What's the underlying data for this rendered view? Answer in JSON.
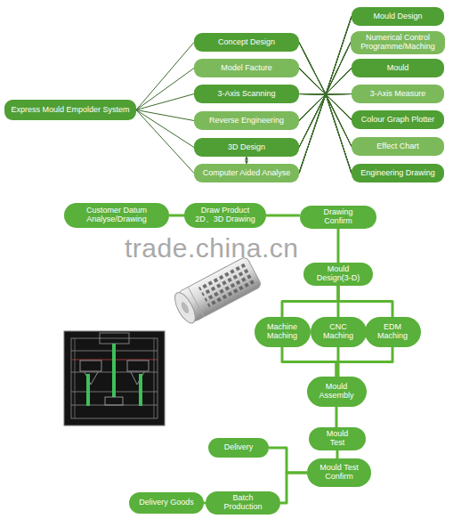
{
  "diagram": {
    "nodes": [
      {
        "text": [
          "Express Mould Empolder System"
        ]
      },
      {
        "text": [
          "Concept Design"
        ]
      },
      {
        "text": [
          "Model Facture"
        ]
      },
      {
        "text": [
          "3-Axis Scanning"
        ]
      },
      {
        "text": [
          "Reverse Engineering"
        ]
      },
      {
        "text": [
          "3D Design"
        ]
      },
      {
        "text": [
          "Computer Aided Analyse"
        ]
      },
      {
        "text": [
          "Mould Design"
        ]
      },
      {
        "text": [
          "Numerical Control Programme/Maching"
        ]
      },
      {
        "text": [
          "Mould"
        ]
      },
      {
        "text": [
          "3-Axis Measure"
        ]
      },
      {
        "text": [
          "Colour Graph Plotter"
        ]
      },
      {
        "text": [
          "Effect Chart"
        ]
      },
      {
        "text": [
          "Engineering Drawing"
        ]
      },
      {
        "text": [
          "Customer Datum Analyse/Drawing"
        ]
      },
      {
        "text": [
          "Draw Product 2D、3D Drawing"
        ]
      },
      {
        "text": [
          "Drawing Confirm"
        ]
      },
      {
        "text": [
          "Mould Design(3-D)"
        ]
      },
      {
        "text": [
          "Machine Maching"
        ]
      },
      {
        "text": [
          "CNC Maching"
        ]
      },
      {
        "text": [
          "EDM Maching"
        ]
      },
      {
        "text": [
          "Mould Assembly"
        ]
      },
      {
        "text": [
          "Mould Test"
        ]
      },
      {
        "text": [
          "Delivery"
        ]
      },
      {
        "text": [
          "Mould Test Confirm"
        ]
      },
      {
        "text": [
          "Delivery Goods"
        ]
      },
      {
        "text": [
          "Batch Production"
        ]
      }
    ],
    "edges": [
      {
        "from": 0,
        "to": 1,
        "arrow": "none"
      },
      {
        "from": 0,
        "to": 2,
        "arrow": "none"
      },
      {
        "from": 0,
        "to": 3,
        "arrow": "none"
      },
      {
        "from": 0,
        "to": 4,
        "arrow": "none"
      },
      {
        "from": 0,
        "to": 5,
        "arrow": "none"
      },
      {
        "from": 0,
        "to": 6,
        "arrow": "none"
      },
      {
        "from": 5,
        "to": 6,
        "arrow": "both"
      },
      {
        "from": 1,
        "to": 7,
        "arrow": "none"
      },
      {
        "from": 1,
        "to": 8,
        "arrow": "none"
      },
      {
        "from": 1,
        "to": 9,
        "arrow": "none"
      },
      {
        "from": 1,
        "to": 10,
        "arrow": "none"
      },
      {
        "from": 1,
        "to": 11,
        "arrow": "none"
      },
      {
        "from": 1,
        "to": 12,
        "arrow": "none"
      },
      {
        "from": 1,
        "to": 13,
        "arrow": "none"
      },
      {
        "from": 2,
        "to": 7,
        "arrow": "none"
      },
      {
        "from": 2,
        "to": 8,
        "arrow": "none"
      },
      {
        "from": 2,
        "to": 9,
        "arrow": "none"
      },
      {
        "from": 2,
        "to": 10,
        "arrow": "none"
      },
      {
        "from": 2,
        "to": 11,
        "arrow": "none"
      },
      {
        "from": 2,
        "to": 12,
        "arrow": "none"
      },
      {
        "from": 2,
        "to": 13,
        "arrow": "none"
      },
      {
        "from": 3,
        "to": 7,
        "arrow": "none"
      },
      {
        "from": 3,
        "to": 8,
        "arrow": "none"
      },
      {
        "from": 3,
        "to": 9,
        "arrow": "none"
      },
      {
        "from": 3,
        "to": 10,
        "arrow": "none"
      },
      {
        "from": 3,
        "to": 11,
        "arrow": "none"
      },
      {
        "from": 3,
        "to": 12,
        "arrow": "none"
      },
      {
        "from": 3,
        "to": 13,
        "arrow": "none"
      },
      {
        "from": 4,
        "to": 7,
        "arrow": "none"
      },
      {
        "from": 4,
        "to": 8,
        "arrow": "none"
      },
      {
        "from": 4,
        "to": 9,
        "arrow": "none"
      },
      {
        "from": 4,
        "to": 10,
        "arrow": "none"
      },
      {
        "from": 4,
        "to": 11,
        "arrow": "none"
      },
      {
        "from": 4,
        "to": 12,
        "arrow": "none"
      },
      {
        "from": 4,
        "to": 13,
        "arrow": "none"
      },
      {
        "from": 5,
        "to": 7,
        "arrow": "none"
      },
      {
        "from": 5,
        "to": 8,
        "arrow": "none"
      },
      {
        "from": 5,
        "to": 9,
        "arrow": "none"
      },
      {
        "from": 5,
        "to": 10,
        "arrow": "none"
      },
      {
        "from": 5,
        "to": 11,
        "arrow": "none"
      },
      {
        "from": 5,
        "to": 12,
        "arrow": "none"
      },
      {
        "from": 5,
        "to": 13,
        "arrow": "none"
      },
      {
        "from": 6,
        "to": 7,
        "arrow": "none"
      },
      {
        "from": 6,
        "to": 8,
        "arrow": "none"
      },
      {
        "from": 6,
        "to": 9,
        "arrow": "none"
      },
      {
        "from": 6,
        "to": 10,
        "arrow": "none"
      },
      {
        "from": 6,
        "to": 11,
        "arrow": "none"
      },
      {
        "from": 6,
        "to": 12,
        "arrow": "none"
      },
      {
        "from": 6,
        "to": 13,
        "arrow": "none"
      },
      {
        "from": 14,
        "to": 15,
        "arrow": "none"
      },
      {
        "from": 15,
        "to": 16,
        "arrow": "none"
      },
      {
        "from": 16,
        "to": 17,
        "arrow": "none"
      },
      {
        "from": 17,
        "to": 18,
        "arrow": "none"
      },
      {
        "from": 17,
        "to": 19,
        "arrow": "none"
      },
      {
        "from": 17,
        "to": 20,
        "arrow": "none"
      },
      {
        "from": 18,
        "to": 21,
        "arrow": "none"
      },
      {
        "from": 19,
        "to": 21,
        "arrow": "none"
      },
      {
        "from": 20,
        "to": 21,
        "arrow": "none"
      },
      {
        "from": 21,
        "to": 22,
        "arrow": "none"
      },
      {
        "from": 22,
        "to": 24,
        "arrow": "none"
      },
      {
        "from": 24,
        "to": 23,
        "arrow": "none"
      },
      {
        "from": 24,
        "to": 26,
        "arrow": "none"
      },
      {
        "from": 26,
        "to": 25,
        "arrow": "none"
      }
    ],
    "labels": [
      "trade.china.cn"
    ]
  }
}
